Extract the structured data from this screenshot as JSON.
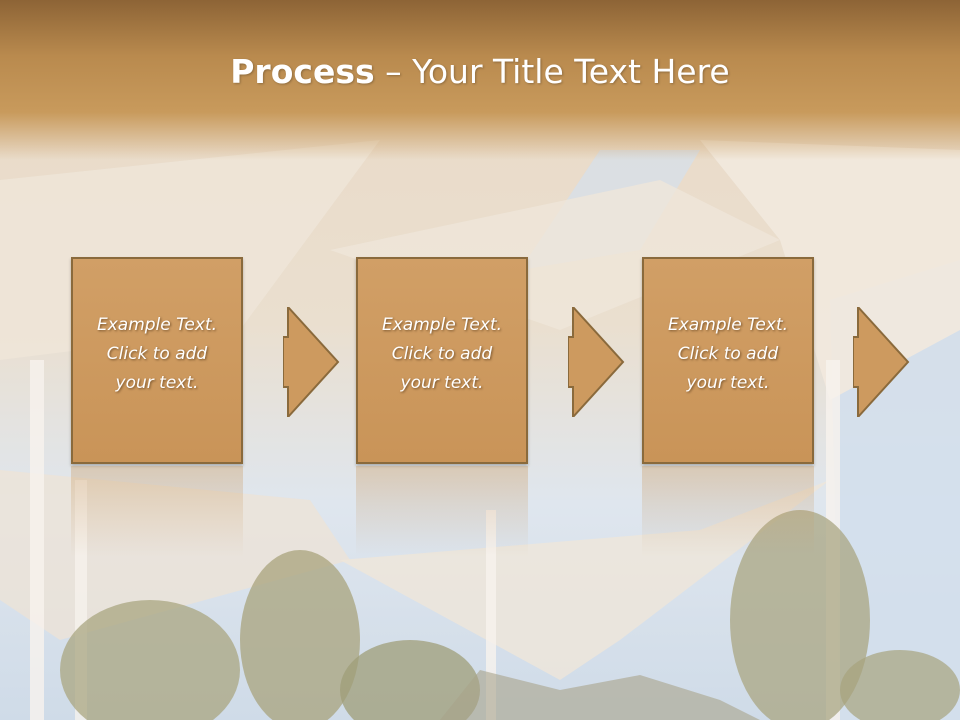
{
  "slide": {
    "title_bold": "Process",
    "title_rest": " – Your Title Text Here"
  },
  "steps": [
    {
      "text": "Example Text.\nClick  to add\nyour text."
    },
    {
      "text": "Example Text.\nClick  to add\nyour text."
    },
    {
      "text": "Example Text.\nClick  to add\nyour text."
    }
  ],
  "colors": {
    "title_bar": "#b98a4e",
    "box_fill": "#cd9a5f",
    "box_border": "#8a6a3c",
    "text": "#ffffff"
  },
  "icons": [
    "arrow-right-icon"
  ]
}
